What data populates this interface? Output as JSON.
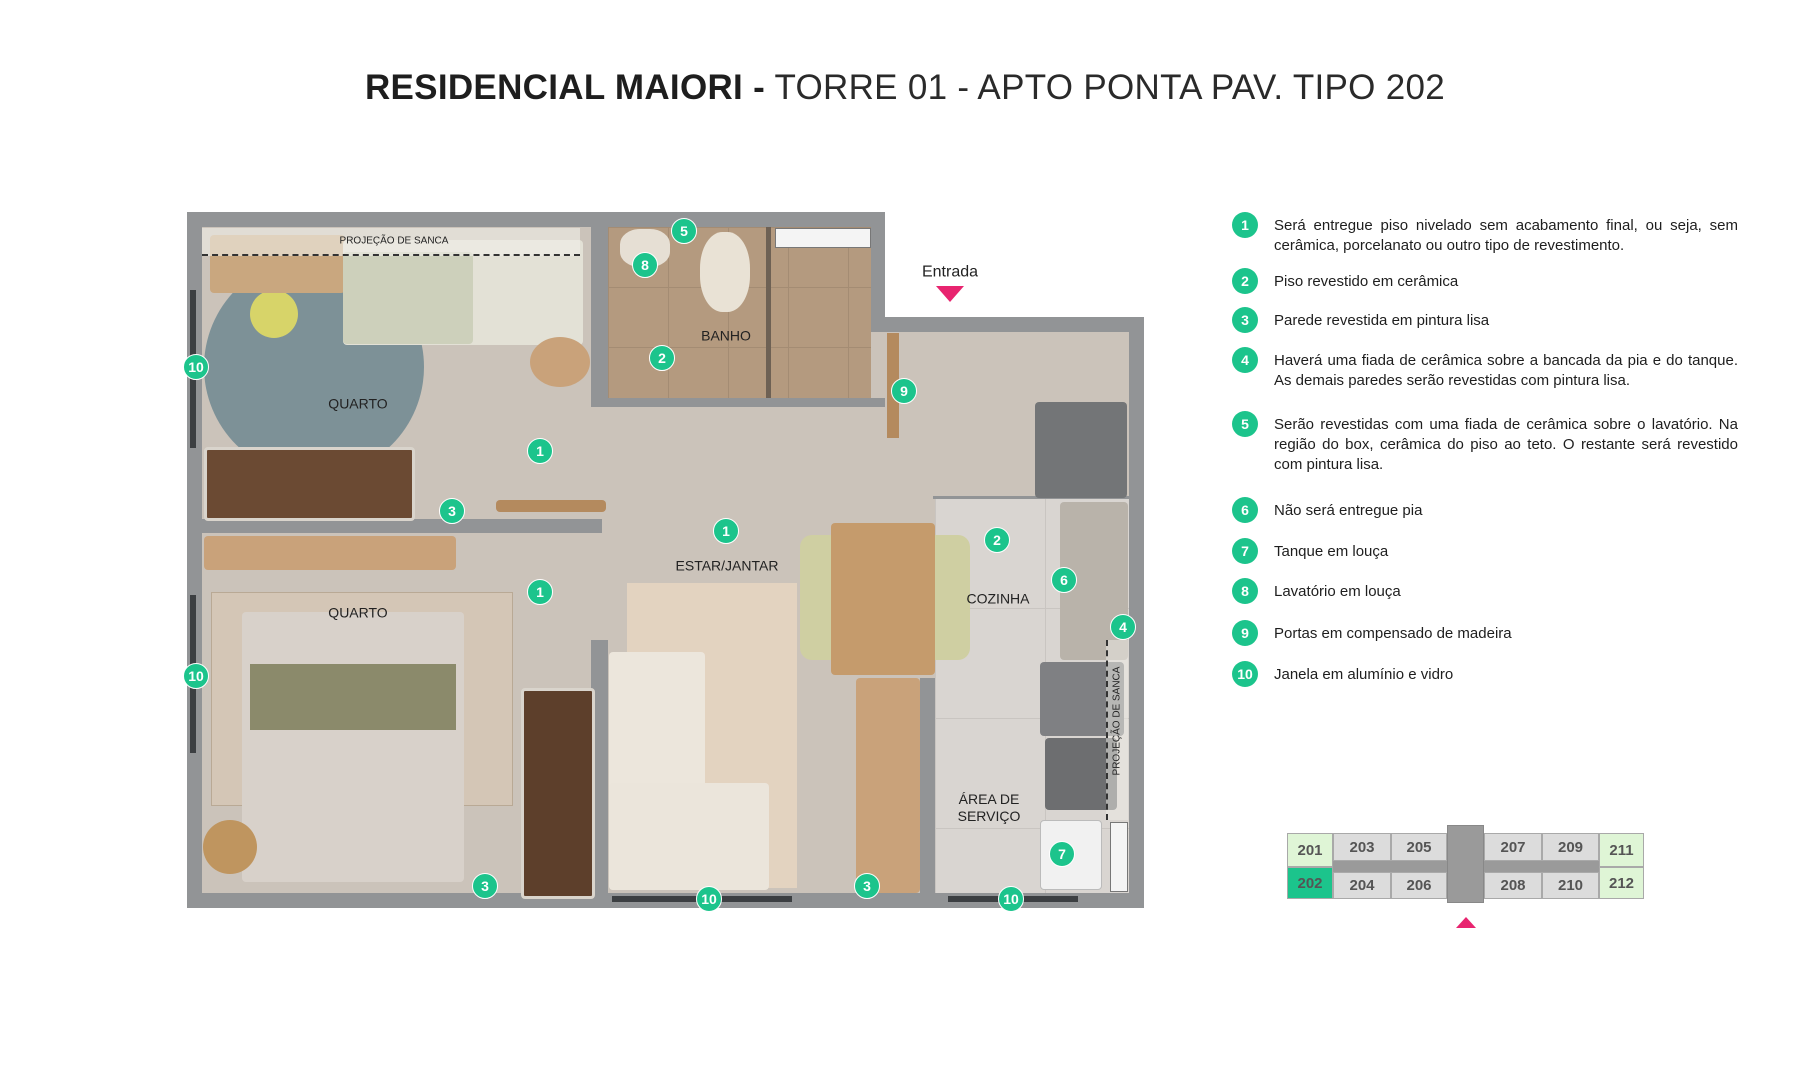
{
  "title": {
    "bold": "RESIDENCIAL MAIORI -",
    "light": " TORRE 01 - APTO PONTA PAV. TIPO 202"
  },
  "entrance": {
    "label": "Entrada",
    "arrow_color": "#e8246f"
  },
  "rooms": {
    "sanca_top": "PROJEÇÃO DE SANCA",
    "quarto_1": "QUARTO",
    "banho": "BANHO",
    "estar_jantar": "ESTAR/JANTAR",
    "cozinha": "COZINHA",
    "quarto_2": "QUARTO",
    "area_servico_1": "ÁREA DE",
    "area_servico_2": "SERVIÇO",
    "sanca_side": "PROJEÇÃO DE SANCA"
  },
  "markers": [
    "10",
    "10",
    "1",
    "3",
    "8",
    "5",
    "2",
    "9",
    "1",
    "2",
    "6",
    "4",
    "1",
    "3",
    "10",
    "3",
    "10",
    "7"
  ],
  "marker_color": "#1cc48c",
  "legend": [
    {
      "num": "1",
      "text": "Será entregue piso nivelado sem acabamento final, ou seja, sem cerâmica, porcelanato ou outro tipo de revestimento."
    },
    {
      "num": "2",
      "text": "Piso revestido em cerâmica"
    },
    {
      "num": "3",
      "text": "Parede revestida em pintura lisa"
    },
    {
      "num": "4",
      "text": "Haverá uma fiada de cerâmica sobre a bancada da pia e do tanque. As demais paredes serão revestidas com pintura lisa."
    },
    {
      "num": "5",
      "text": "Serão revestidas com uma fiada de cerâmica sobre o lavatório. Na região do box, cerâmica do piso ao teto. O restante será revestido com pintura lisa."
    },
    {
      "num": "6",
      "text": "Não será entregue pia"
    },
    {
      "num": "7",
      "text": "Tanque em louça"
    },
    {
      "num": "8",
      "text": "Lavatório em louça"
    },
    {
      "num": "9",
      "text": "Portas em compensado de madeira"
    },
    {
      "num": "10",
      "text": "Janela em alumínio e vidro"
    }
  ],
  "key_plan": {
    "top_row": [
      "201",
      "203",
      "205",
      "207",
      "209",
      "211"
    ],
    "bottom_row": [
      "202",
      "204",
      "206",
      "208",
      "210",
      "212"
    ],
    "selected": "202",
    "selected_color": "#1cc48c",
    "end_unit_color": "#dff5d6",
    "unit_color": "#dcdcdc",
    "core_color": "#9a9a9a",
    "arrow_color": "#e8246f"
  }
}
